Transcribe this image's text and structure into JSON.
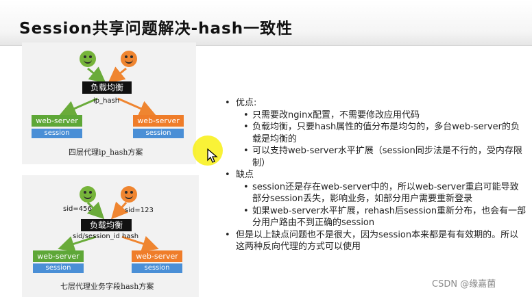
{
  "slide": {
    "title": "Session共享问题解决-hash一致性"
  },
  "diagram1": {
    "load_balancer_label": "负载均衡",
    "hash_label": "ip_hash",
    "left_server": "web-server",
    "left_session": "session",
    "right_server": "web-server",
    "right_session": "session",
    "caption": "四层代理ip_hash方案",
    "colors": {
      "user_left": "#76b43a",
      "user_right": "#ef8530",
      "session_bar": "#4a8fd6"
    }
  },
  "diagram2": {
    "left_sid": "sid=456",
    "right_sid": "sid=123",
    "load_balancer_label": "负载均衡",
    "hash_label": "sid/session_id hash",
    "left_server": "web-server",
    "left_session": "session",
    "right_server": "web-server",
    "right_session": "session",
    "caption": "七层代理业务字段hash方案"
  },
  "content": {
    "bullet_symbol": "•",
    "pros_heading": "优点:",
    "pros": [
      "只需要改nginx配置，不需要修改应用代码",
      "负载均衡，只要hash属性的值分布是均匀的，多台web-server的负载是均衡的",
      "可以支持web-server水平扩展（session同步法是不行的，受内存限制）"
    ],
    "cons_heading": "缺点",
    "cons": [
      "session还是存在web-server中的，所以web-server重启可能导致部分session丢失，影响业务，如部分用户需要重新登录",
      "如果web-server水平扩展，rehash后session重新分布，也会有一部分用户路由不到正确的session"
    ],
    "conclusion": "但是以上缺点问题也不是很大，因为session本来都是有有效期的。所以这两种反向代理的方式可以使用"
  },
  "watermark": "CSDN @缘嘉菌"
}
